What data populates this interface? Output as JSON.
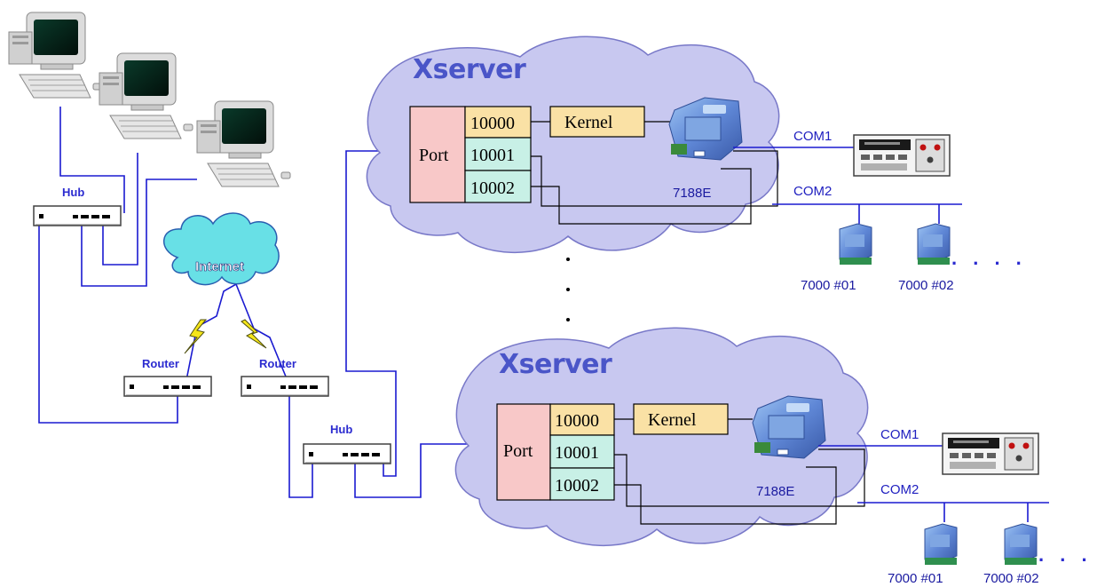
{
  "hubs": [
    {
      "label": "Hub"
    },
    {
      "label": "Hub"
    }
  ],
  "internet": {
    "label": "Internet"
  },
  "routers": [
    {
      "label": "Router"
    },
    {
      "label": "Router"
    }
  ],
  "servers": [
    {
      "title": "Xserver",
      "port_label": "Port",
      "ports": [
        "10000",
        "10001",
        "10002"
      ],
      "kernel_label": "Kernel",
      "device_label": "7188E",
      "com1_label": "COM1",
      "com2_label": "COM2",
      "modules": [
        "7000 #01",
        "7000 #02"
      ],
      "more": ". . . ."
    },
    {
      "title": "Xserver",
      "port_label": "Port",
      "ports": [
        "10000",
        "10001",
        "10002"
      ],
      "kernel_label": "Kernel",
      "device_label": "7188E",
      "com1_label": "COM1",
      "com2_label": "COM2",
      "modules": [
        "7000 #01",
        "7000 #02"
      ],
      "more": ". . . ."
    }
  ],
  "colors": {
    "cloud": "#c8c8f0",
    "port_box": "#f8c8c8",
    "first_port": "#fae1a5",
    "other_ports": "#c8f0e6",
    "kernel_box": "#fae1a5",
    "wire": "#1a1ad0",
    "internet_cloud": "#68e0e6",
    "device_body": "#5f87d6"
  }
}
